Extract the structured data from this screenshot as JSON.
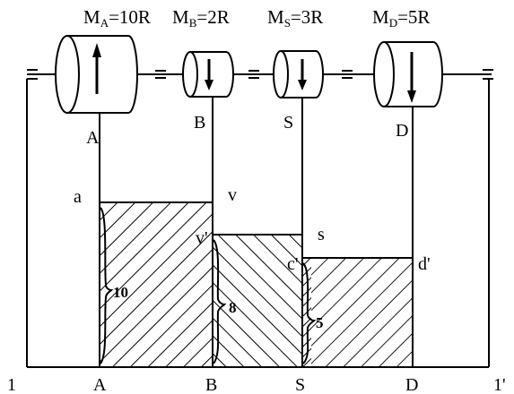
{
  "masses": {
    "A": {
      "main": "M",
      "sub": "A",
      "eq": "=10R"
    },
    "B": {
      "main": "M",
      "sub": "B",
      "eq": "=2R"
    },
    "S": {
      "main": "M",
      "sub": "S",
      "eq": "=3R"
    },
    "D": {
      "main": "M",
      "sub": "D",
      "eq": "=5R"
    }
  },
  "shaft_labels": {
    "A": "A",
    "B": "B",
    "S": "S",
    "D": "D"
  },
  "area_labels": {
    "a": "a",
    "v": "v",
    "v_prime": "v'",
    "s": "s",
    "c_prime": "c'",
    "d_prime": "d'"
  },
  "area_values": {
    "A": "10",
    "B": "8",
    "S": "5"
  },
  "baseline_labels": {
    "left": "1",
    "A": "A",
    "B": "B",
    "S": "S",
    "D": "D",
    "right": "1'"
  }
}
